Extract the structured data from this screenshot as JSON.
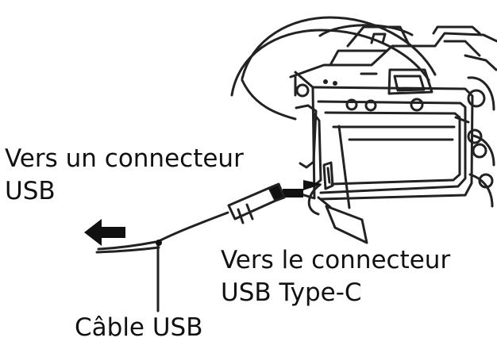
{
  "labels": {
    "usb_connector_line1": "Vers un connecteur",
    "usb_connector_line2": "USB",
    "typec_connector_line1": "Vers le connecteur",
    "typec_connector_line2": "USB Type-C",
    "usb_cable": "Câble USB"
  },
  "icons": {
    "camera": "camera-icon",
    "arrow_left": "arrow-left-icon",
    "arrow_right": "arrow-right-icon",
    "usb_plug": "usb-plug-icon"
  },
  "colors": {
    "line": "#222222",
    "fill_dark": "#111111",
    "background": "#ffffff"
  }
}
